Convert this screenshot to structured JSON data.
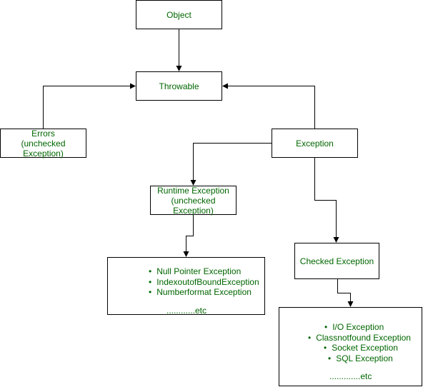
{
  "nodes": {
    "object": "Object",
    "throwable": "Throwable",
    "errors": [
      "Errors",
      "(unchecked",
      "Exception)"
    ],
    "exception": "Exception",
    "runtime": [
      "Runtime Exception",
      "(unchecked",
      "Exception)"
    ],
    "checked": "Checked Exception"
  },
  "runtime_list": {
    "items": [
      "Null Pointer Exception",
      "IndexoutofBoundException",
      "Numberformat Exception"
    ],
    "etc": "............etc"
  },
  "checked_list": {
    "items": [
      "I/O Exception",
      "Classnotfound Exception",
      "Socket Exception",
      "SQL Exception"
    ],
    "etc": ".............etc"
  },
  "colors": {
    "text": "#006600",
    "line": "#000000"
  }
}
